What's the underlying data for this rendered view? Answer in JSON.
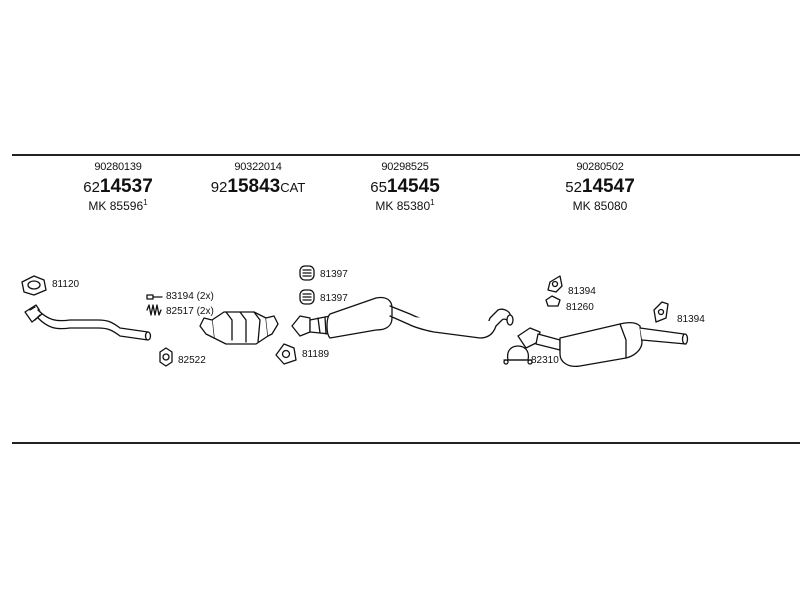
{
  "headers": [
    {
      "oe": "90280139",
      "prefix": "62",
      "main": "14537",
      "suffix": "",
      "mk": "MK 85596",
      "mk_sup": "1"
    },
    {
      "oe": "90322014",
      "prefix": "92",
      "main": "15843",
      "suffix": "CAT",
      "mk": "",
      "mk_sup": ""
    },
    {
      "oe": "90298525",
      "prefix": "65",
      "main": "14545",
      "suffix": "",
      "mk": "MK 85380",
      "mk_sup": "1"
    },
    {
      "oe": "90280502",
      "prefix": "52",
      "main": "14547",
      "suffix": "",
      "mk": "MK 85080",
      "mk_sup": ""
    }
  ],
  "labels": {
    "gasket_front": "81120",
    "bolt_set": "83194 (2x)",
    "spring_set": "82517 (2x)",
    "clamp_front": "82522",
    "rubber_a": "81397",
    "rubber_b": "81397",
    "gasket_mid": "81189",
    "hanger_rear_a": "81394",
    "hanger_rear_b": "81260",
    "clamp_rear": "82310",
    "hanger_rear_c": "81394"
  }
}
